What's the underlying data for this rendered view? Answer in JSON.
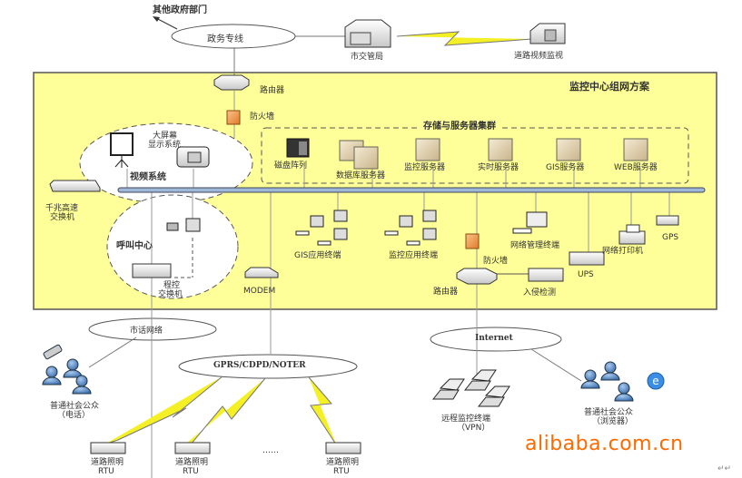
{
  "diagram": {
    "title": "监控中心组网方案",
    "top": {
      "other_dept": "其他政府部门",
      "gov_line_cloud": "政务专线",
      "municipal_bureau": "市交管局",
      "road_video": "道路视频监视"
    },
    "center": {
      "router": "路由器",
      "firewall": "防火墙",
      "video_system": {
        "group_label": "视频系统",
        "big_screen": [
          "大屏幕",
          "显示系统"
        ]
      },
      "switch": [
        "千兆高速",
        "交换机"
      ],
      "server_cluster": {
        "label": "存储与服务器集群",
        "items": [
          "磁盘阵列",
          "数据库服务器",
          "监控服务器",
          "实时服务器",
          "GIS服务器",
          "WEB服务器"
        ]
      },
      "call_center": {
        "label": "呼叫中心",
        "pbx": [
          "程控",
          "交换机"
        ]
      },
      "modem": "MODEM",
      "gis_terminal": "GIS应用终端",
      "monitor_terminal": "监控应用终端",
      "firewall2": "防火墙",
      "router2": "路由器",
      "nms_terminal": "网络管理终端",
      "ids": "入侵检测",
      "ups": "UPS",
      "printer": "网络打印机",
      "gps": "GPS"
    },
    "bottom": {
      "phone_cloud": "市话网络",
      "public_phone": [
        "普通社会公众",
        "（电话）"
      ],
      "gprs_cloud": "GPRS/CDPD/NOTER",
      "rtu_label": [
        "道路照明",
        "RTU"
      ],
      "ellipsis": "……",
      "internet_cloud": "Internet",
      "vpn_terminal": [
        "远程监控终端",
        "（VPN）"
      ],
      "public_browser": [
        "普通社会公众",
        "（浏览器）"
      ]
    },
    "colors": {
      "panel": "#ffff99",
      "backbone": "#9db8d9",
      "lightning": "#f5f025",
      "firewall": "#f0a050",
      "person": "#4f86c6"
    }
  },
  "watermark": "alibaba.com.cn",
  "corner_mark": "↵↵"
}
